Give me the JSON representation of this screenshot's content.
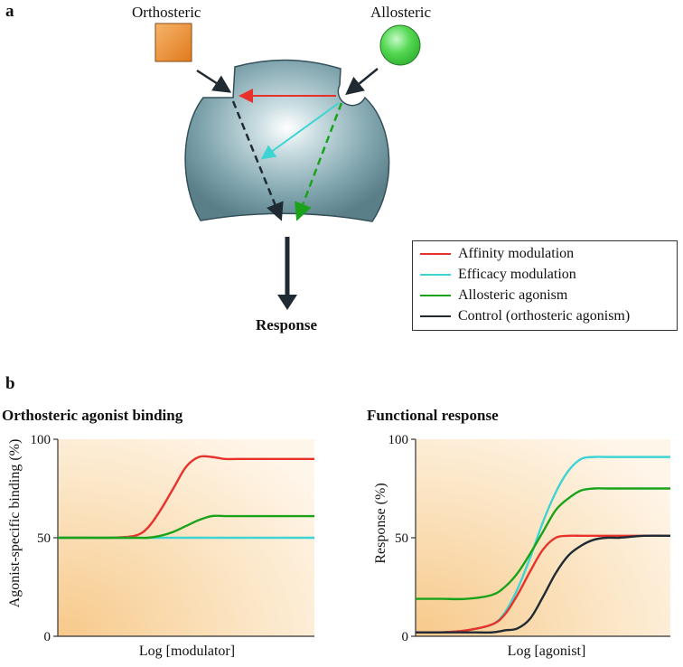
{
  "panel_a": {
    "label": "a",
    "orthosteric_label": "Orthosteric",
    "allosteric_label": "Allosteric",
    "response_label": "Response",
    "colors": {
      "orthosteric_ligand": "#f0932e",
      "allosteric_ligand": "#3ecf3e",
      "receptor": "#6f969f"
    }
  },
  "legend": {
    "items": [
      {
        "label": "Affinity  modulation",
        "color": "#e8312b"
      },
      {
        "label": "Efficacy modulation",
        "color": "#3fd4d4"
      },
      {
        "label": "Allosteric agonism",
        "color": "#1aa31a"
      },
      {
        "label": "Control (orthosteric agonism)",
        "color": "#1f2a33"
      }
    ]
  },
  "panel_b": {
    "label": "b"
  },
  "chart_data": [
    {
      "type": "line",
      "title": "Orthosteric  agonist binding",
      "xlabel": "Log [modulator]",
      "ylabel": "Agonist-specific binding (%)",
      "ylim": [
        0,
        100
      ],
      "yticks": [
        "0",
        "50",
        "100"
      ],
      "x": [
        0,
        0.1,
        0.2,
        0.3,
        0.35,
        0.4,
        0.45,
        0.5,
        0.55,
        0.6,
        0.65,
        0.7,
        0.8,
        0.9,
        1.0
      ],
      "series": [
        {
          "name": "Affinity  modulation",
          "color": "#e8312b",
          "values": [
            50,
            50,
            50,
            51,
            55,
            64,
            75,
            86,
            91,
            91,
            90,
            90,
            90,
            90,
            90
          ]
        },
        {
          "name": "Efficacy modulation",
          "color": "#3fd4d4",
          "values": [
            50,
            50,
            50,
            50,
            50,
            50,
            50,
            50,
            50,
            50,
            50,
            50,
            50,
            50,
            50
          ]
        },
        {
          "name": "Allosteric agonism",
          "color": "#1aa31a",
          "values": [
            50,
            50,
            50,
            50,
            50,
            51,
            53,
            56,
            59,
            61,
            61,
            61,
            61,
            61,
            61
          ]
        }
      ]
    },
    {
      "type": "line",
      "title": "Functional response",
      "xlabel": "Log [agonist]",
      "ylabel": "Response (%)",
      "ylim": [
        0,
        100
      ],
      "yticks": [
        "0",
        "50",
        "100"
      ],
      "x": [
        0,
        0.1,
        0.2,
        0.3,
        0.35,
        0.4,
        0.45,
        0.5,
        0.55,
        0.6,
        0.65,
        0.7,
        0.75,
        0.8,
        0.9,
        1.0
      ],
      "series": [
        {
          "name": "Efficacy modulation",
          "color": "#3fd4d4",
          "values": [
            2,
            2,
            3,
            6,
            12,
            24,
            40,
            58,
            73,
            84,
            90,
            91,
            91,
            91,
            91,
            91
          ]
        },
        {
          "name": "Allosteric agonism",
          "color": "#1aa31a",
          "values": [
            19,
            19,
            19,
            21,
            25,
            32,
            42,
            53,
            64,
            70,
            74,
            75,
            75,
            75,
            75,
            75
          ]
        },
        {
          "name": "Affinity  modulation",
          "color": "#e8312b",
          "values": [
            2,
            2,
            3,
            6,
            11,
            21,
            33,
            44,
            50,
            51,
            51,
            51,
            51,
            51,
            51,
            51
          ]
        },
        {
          "name": "Control (orthosteric agonism)",
          "color": "#1f2a33",
          "values": [
            2,
            2,
            2,
            2,
            3,
            4,
            9,
            20,
            32,
            41,
            46,
            49,
            50,
            50,
            51,
            51
          ]
        }
      ]
    }
  ]
}
